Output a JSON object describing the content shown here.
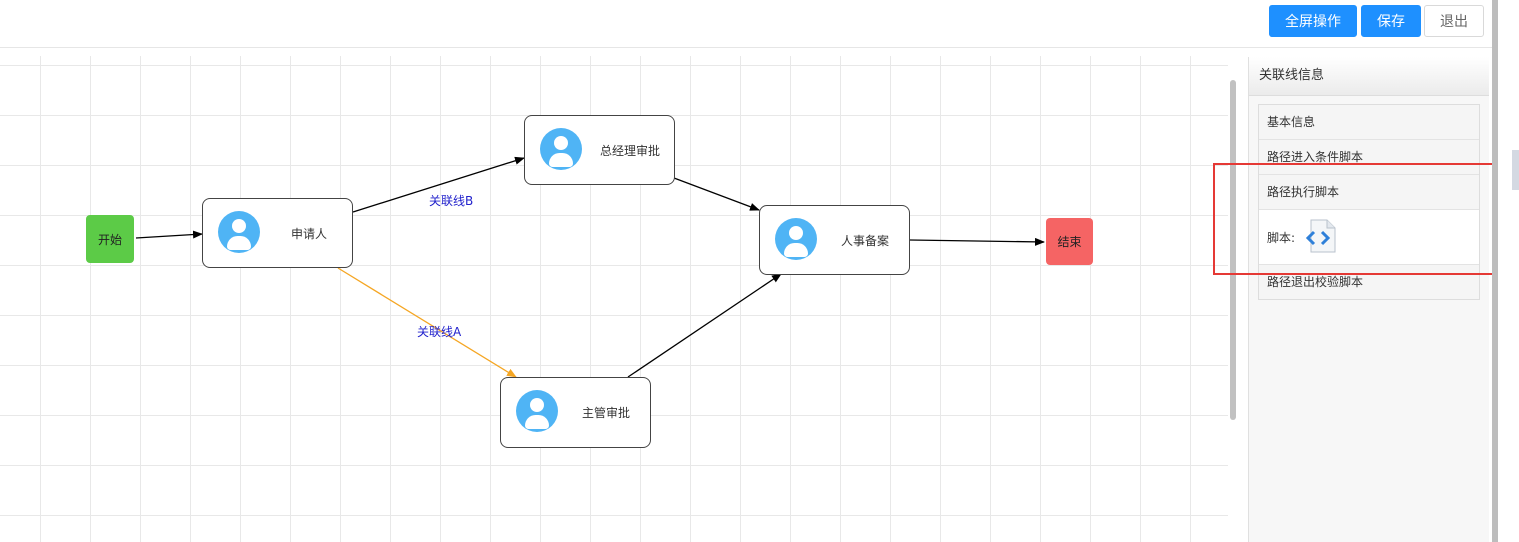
{
  "toolbar": {
    "fullscreen_label": "全屏操作",
    "save_label": "保存",
    "exit_label": "退出"
  },
  "flow": {
    "start_label": "开始",
    "end_label": "结束",
    "nodes": {
      "applicant": "申请人",
      "gm_approval": "总经理审批",
      "supervisor_approval": "主管审批",
      "hr_record": "人事备案"
    },
    "edges": {
      "line_b": "关联线B",
      "line_a": "关联线A"
    },
    "colors": {
      "start": "#5ccb47",
      "end": "#f56464",
      "selected_edge": "#f5a623",
      "edge": "#000000",
      "avatar": "#4fb4f5"
    }
  },
  "panel": {
    "title": "关联线信息",
    "sections": {
      "basic_info": "基本信息",
      "enter_condition_script": "路径进入条件脚本",
      "execute_script": "路径执行脚本",
      "exit_check_script": "路径退出校验脚本"
    },
    "script_label": "脚本:",
    "script_icon": "code-file-icon"
  }
}
